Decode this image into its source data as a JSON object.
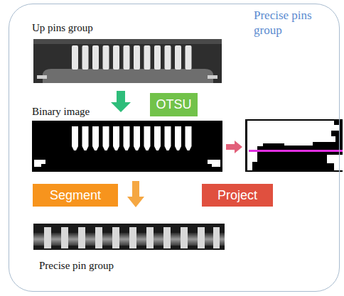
{
  "diagram": {
    "nodes": [
      {
        "text": [
          "Precise pins group"
        ]
      },
      {
        "text": [
          "OTSU"
        ],
        "in": 0
      },
      {
        "text": [
          "Segment"
        ],
        "in": 0
      },
      {
        "text": [
          "Project"
        ],
        "in": 0
      }
    ],
    "labels": [
      "Up pins group",
      "Binary image",
      "Precise pin group"
    ]
  }
}
